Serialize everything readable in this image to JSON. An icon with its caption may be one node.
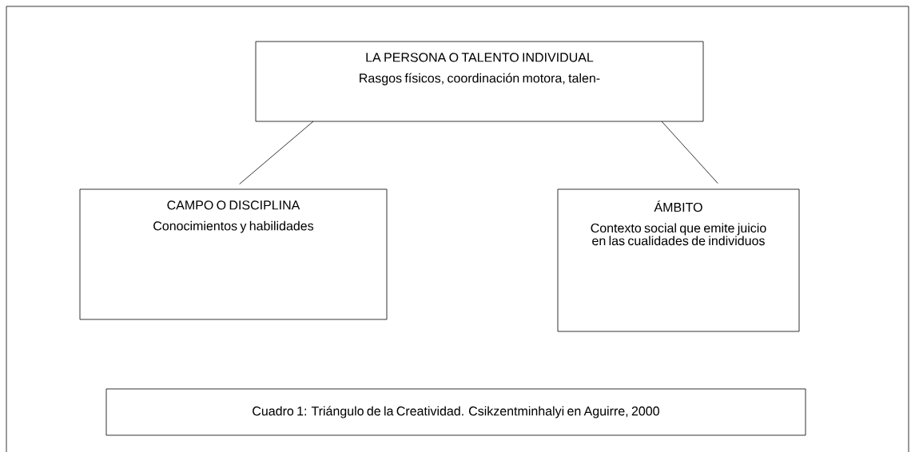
{
  "diagram": {
    "nodes": [
      {
        "text": [
          "LA PERSONA O TALENTO INDIVIDUAL",
          "Rasgos físicos, coordinación motora, talen-"
        ]
      },
      {
        "text": [
          "CAMPO O DISCIPLINA",
          "Conocimientos y habilidades"
        ]
      },
      {
        "text": [
          "ÁMBITO",
          "Contexto social que emite juicio en las cualidades de individuos"
        ]
      },
      {
        "text": [
          "Cuadro 1: Triángulo de la Creatividad. Csikzentminhalyi en Aguirre, 2000"
        ]
      }
    ],
    "edges": [
      {
        "from": 0,
        "to": 1,
        "arrow": "none"
      },
      {
        "from": 0,
        "to": 2,
        "arrow": "none"
      }
    ]
  }
}
